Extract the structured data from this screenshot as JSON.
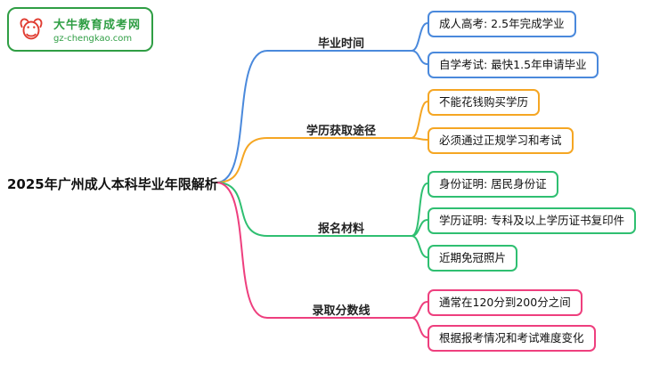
{
  "logo": {
    "title": "大牛教育成考网",
    "domain": "gz-chengkao.com",
    "green": "#2f9e44",
    "red": "#e03c31"
  },
  "root": {
    "label": "2025年广州成人本科毕业年限解析"
  },
  "branches": [
    {
      "label": "毕业时间",
      "color": "#4a89dc",
      "children": [
        "成人高考: 2.5年完成学业",
        "自学考试: 最快1.5年申请毕业"
      ]
    },
    {
      "label": "学历获取途径",
      "color": "#f5a623",
      "children": [
        "不能花钱购买学历",
        "必须通过正规学习和考试"
      ]
    },
    {
      "label": "报名材料",
      "color": "#2fbf71",
      "children": [
        "身份证明: 居民身份证",
        "学历证明: 专科及以上学历证书复印件",
        "近期免冠照片"
      ]
    },
    {
      "label": "录取分数线",
      "color": "#ee3f7e",
      "children": [
        "通常在120分到200分之间",
        "根据报考情况和考试难度变化"
      ]
    }
  ]
}
